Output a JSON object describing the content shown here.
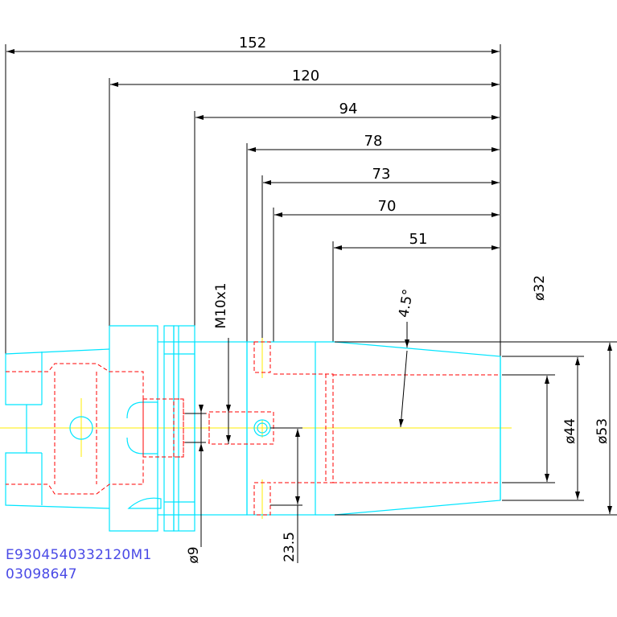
{
  "drawing": {
    "colors": {
      "outline": "#00e5ff",
      "hidden": "#ff0000",
      "centerline": "#ffee00",
      "dimension": "#000000",
      "code_text": "#4a4ae6"
    },
    "dimensions": {
      "d152": "152",
      "d120": "120",
      "d94": "94",
      "d78": "78",
      "d73": "73",
      "d70": "70",
      "d51": "51",
      "dia32": "ø32",
      "dia44": "ø44",
      "dia53": "ø53",
      "thread": "M10x1",
      "angle": "4.5°",
      "dia9": "ø9",
      "d23_5": "23.5"
    },
    "part_codes": {
      "line1": "E9304540332120M1",
      "line2": "03098647"
    }
  }
}
